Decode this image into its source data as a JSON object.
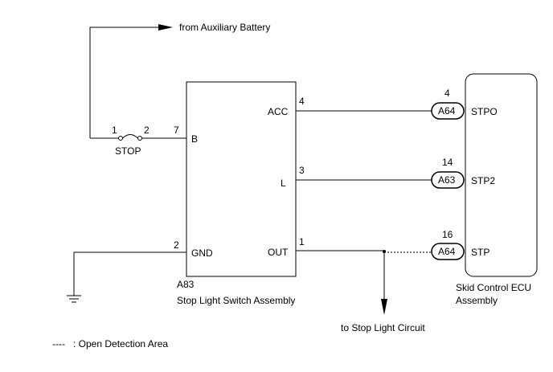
{
  "source_label": "from Auxiliary Battery",
  "fuse": {
    "name": "STOP",
    "pin_in": "1",
    "pin_out": "2"
  },
  "switch": {
    "code": "A83",
    "name": "Stop Light Switch Assembly",
    "pins": [
      {
        "num": "7",
        "label": "B"
      },
      {
        "num": "4",
        "label": "ACC"
      },
      {
        "num": "3",
        "label": "L"
      },
      {
        "num": "1",
        "label": "OUT"
      },
      {
        "num": "2",
        "label": "GND"
      }
    ]
  },
  "ecu": {
    "name_line1": "Skid Control ECU",
    "name_line2": "Assembly",
    "pins": [
      {
        "num": "4",
        "connector": "A64",
        "label": "STPO"
      },
      {
        "num": "14",
        "connector": "A63",
        "label": "STP2"
      },
      {
        "num": "16",
        "connector": "A64",
        "label": "STP"
      }
    ]
  },
  "branch_label": "to Stop Light Circuit",
  "legend": {
    "symbol": "----",
    "text": ": Open Detection Area"
  }
}
